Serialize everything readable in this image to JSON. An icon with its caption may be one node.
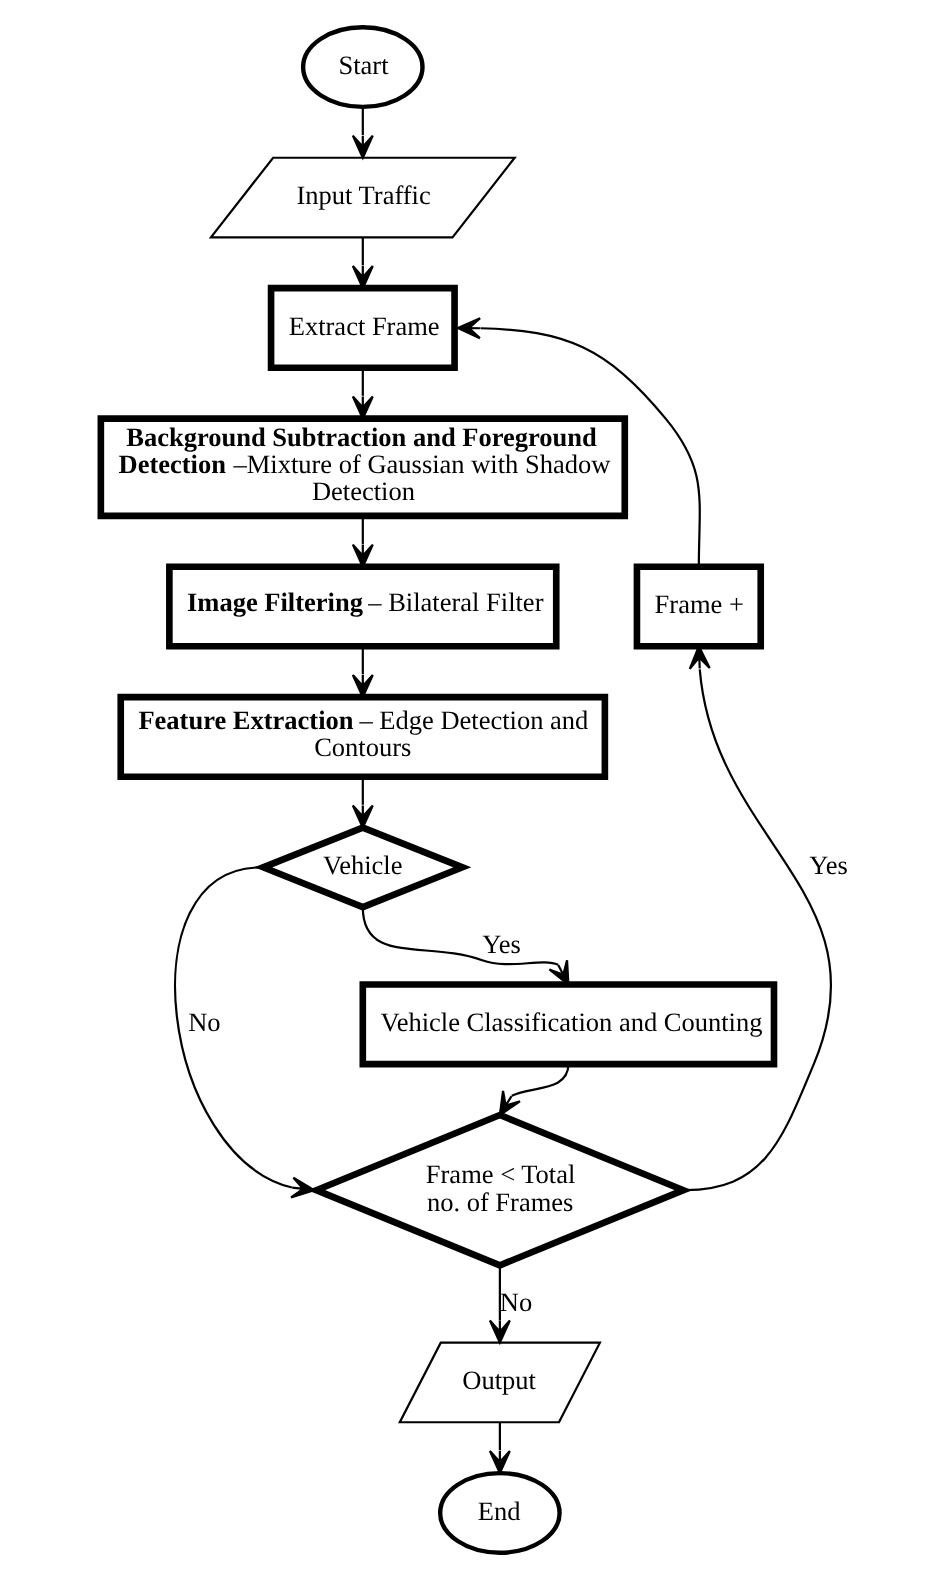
{
  "diagram": {
    "nodes": [
      {
        "text": [
          "Start"
        ]
      },
      {
        "text": [
          "Input Traffic"
        ]
      },
      {
        "text": [
          "Extract Frame"
        ]
      },
      {
        "text": [
          "**Background Subtraction and Foreground Detection** –Mixture of Gaussian with Shadow Detection"
        ]
      },
      {
        "text": [
          "**Image Filtering** – Bilateral Filter"
        ]
      },
      {
        "text": [
          "**Feature Extraction** – Edge Detection and Contours"
        ]
      },
      {
        "text": [
          "Vehicle"
        ]
      },
      {
        "text": [
          "Vehicle Classification and Counting"
        ]
      },
      {
        "text": [
          "Frame < Total no. of Frames"
        ]
      },
      {
        "text": [
          "Frame +"
        ]
      },
      {
        "text": [
          "Output"
        ]
      },
      {
        "text": [
          "End"
        ]
      }
    ],
    "edges": [
      {
        "from": 0,
        "to": 1,
        "arrow": "to"
      },
      {
        "from": 1,
        "to": 2,
        "arrow": "to"
      },
      {
        "from": 2,
        "to": 3,
        "arrow": "to"
      },
      {
        "from": 3,
        "to": 4,
        "arrow": "to"
      },
      {
        "from": 4,
        "to": 5,
        "arrow": "to"
      },
      {
        "from": 5,
        "to": 6,
        "arrow": "to"
      },
      {
        "from": 6,
        "to": 7,
        "label": "Yes",
        "arrow": "to"
      },
      {
        "from": 6,
        "to": 8,
        "label": "No",
        "arrow": "to"
      },
      {
        "from": 7,
        "to": 8,
        "arrow": "to"
      },
      {
        "from": 8,
        "to": 9,
        "label": "Yes",
        "arrow": "to"
      },
      {
        "from": 9,
        "to": 2,
        "arrow": "to"
      },
      {
        "from": 8,
        "to": 10,
        "label": "No",
        "arrow": "to"
      },
      {
        "from": 10,
        "to": 11,
        "arrow": "to"
      }
    ]
  }
}
